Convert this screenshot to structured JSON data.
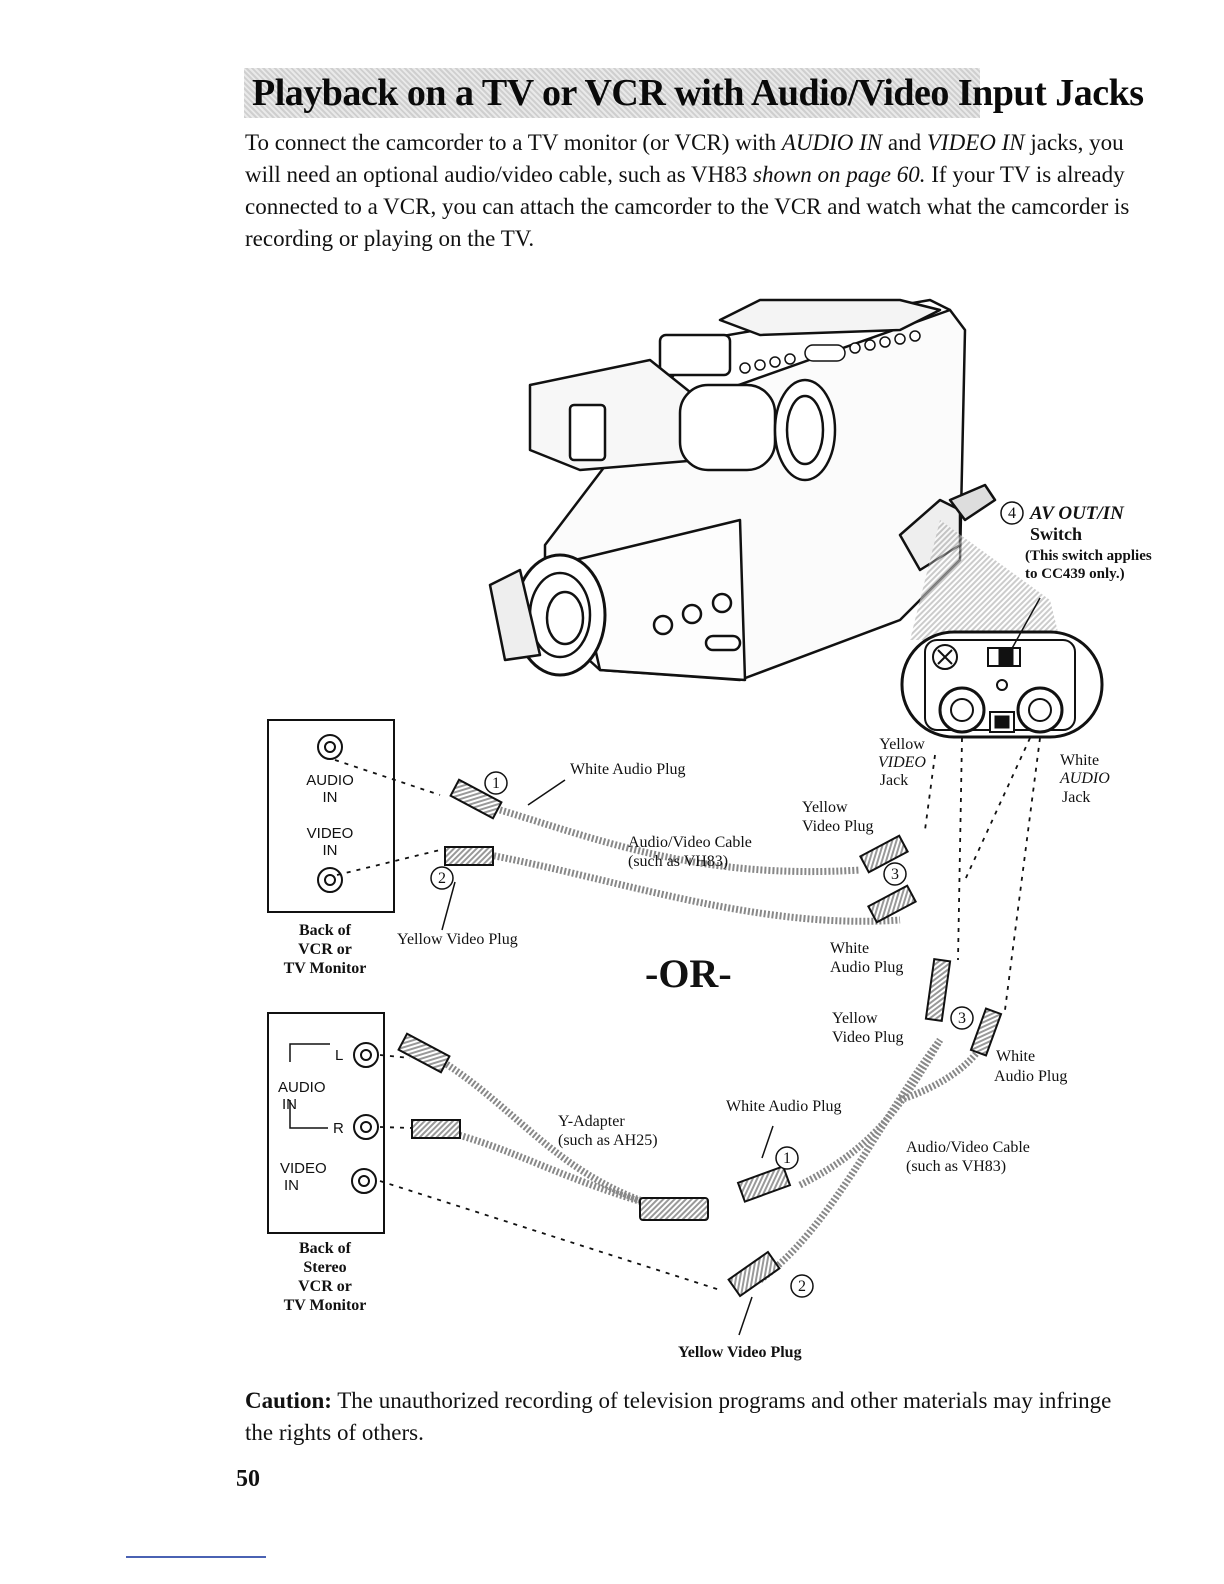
{
  "title": "Playback on a TV or VCR with Audio/Video Input Jacks",
  "intro": {
    "p1": "To connect the camcorder to a TV monitor (or VCR) with ",
    "audio_in": "AUDIO IN",
    "p2": " and ",
    "video_in": "VIDEO IN",
    "p3": " jacks, you will need an optional audio/video cable, such as VH83 ",
    "ref": "shown on page 60.",
    "p4": " If your TV is already connected to a VCR, you can attach the camcorder to the VCR and watch what the camcorder is recording or playing on the TV."
  },
  "diagram": {
    "switch_num": "4",
    "switch_name": "AV OUT/IN",
    "switch_word": "Switch",
    "switch_note1": "(This switch applies",
    "switch_note2": "to CC439 only.)",
    "yellow": "Yellow",
    "video_jack_name": "VIDEO",
    "jack": "Jack",
    "white": "White",
    "audio_jack_name": "AUDIO",
    "white_audio_plug": "White Audio Plug",
    "yellow_video_plug": "Yellow Video Plug",
    "video_plug": "Video Plug",
    "audio_plug": "Audio Plug",
    "av_cable": "Audio/Video Cable",
    "vh83": "(such as VH83)",
    "y_adapter": "Y-Adapter",
    "ah25": "(such as AH25)",
    "n1": "1",
    "n2": "2",
    "n3": "3",
    "or": "-OR-",
    "panel1": {
      "audio": "AUDIO",
      "in": "IN",
      "video": "VIDEO",
      "in2": "IN"
    },
    "panel1_caption": [
      "Back of",
      "VCR or",
      "TV Monitor"
    ],
    "panel2": {
      "l": "L",
      "r": "R",
      "audio": "AUDIO",
      "in": "IN",
      "video": "VIDEO",
      "in2": "IN"
    },
    "panel2_caption": [
      "Back of",
      "Stereo",
      "VCR or",
      "TV Monitor"
    ]
  },
  "caution": {
    "label": "Caution:",
    "text": " The unauthorized recording of television programs and other materials may infringe the rights of others."
  },
  "page_number": "50"
}
